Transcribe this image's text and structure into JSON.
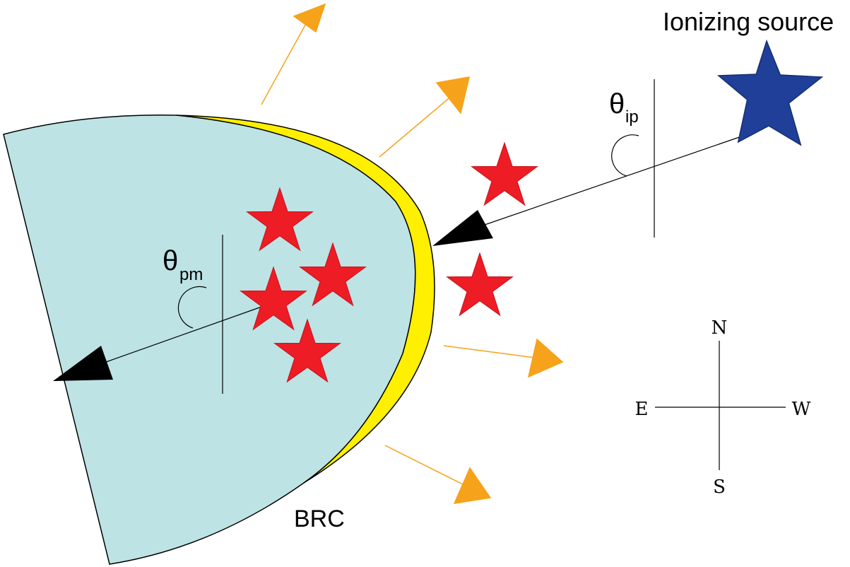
{
  "labels": {
    "ionizing_source": "Ionizing source",
    "brc": "BRC",
    "theta": "θ",
    "theta_ip_sub": "ip",
    "theta_pm_sub": "pm"
  },
  "compass": {
    "north": "N",
    "south": "S",
    "east": "E",
    "west": "W"
  },
  "colors": {
    "cloud_fill": "#bde3e4",
    "rim_fill": "#ffef00",
    "star_red": "#ee1c25",
    "star_blue": "#1f3f99",
    "arrow_orange": "#f6a21b",
    "line_black": "#000000"
  },
  "icons": {
    "ionizing_star": "star-icon",
    "young_stars": "star-icon",
    "outflow_arrows": "arrow-icon"
  }
}
